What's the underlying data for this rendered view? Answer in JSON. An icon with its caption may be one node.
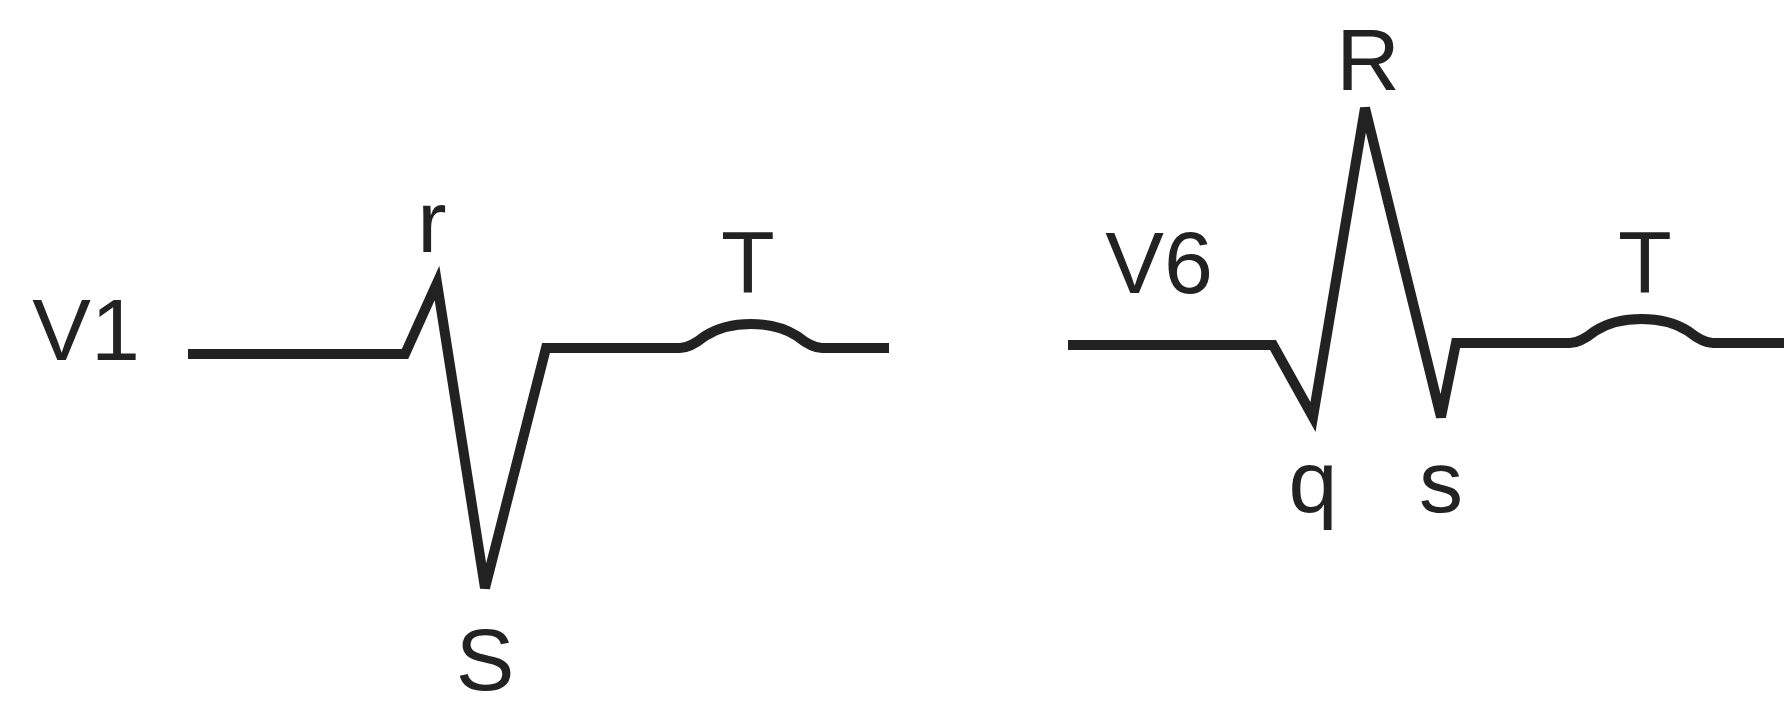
{
  "diagram": {
    "labels": [
      "V1",
      "r",
      "T",
      "S",
      "V6",
      "R",
      "T",
      "q",
      "s"
    ]
  }
}
